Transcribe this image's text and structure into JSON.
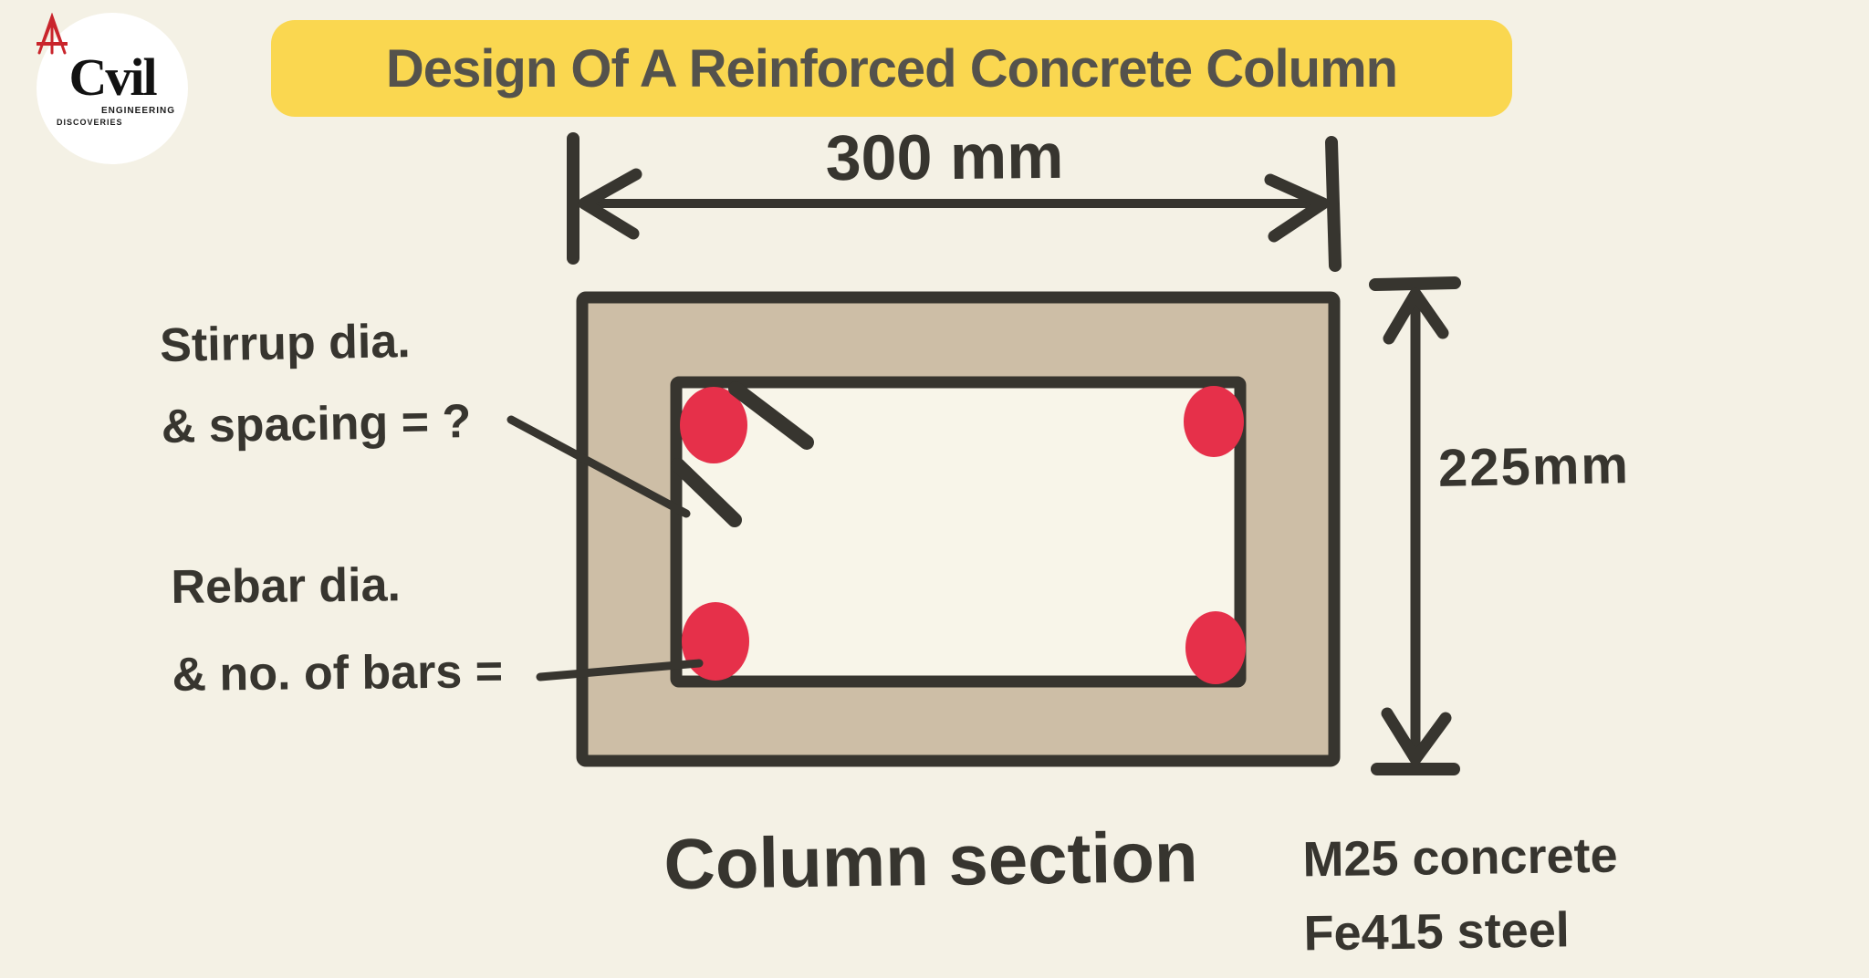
{
  "logo": {
    "text_c": "C",
    "text_vil": "vil",
    "engineering": "ENGINEERING",
    "discoveries": "DISCOVERIES"
  },
  "banner": {
    "title": "Design Of A Reinforced Concrete Column"
  },
  "dimensions": {
    "width_label": "300 mm",
    "height_label": "225mm"
  },
  "annotations": {
    "stirrup_line1": "Stirrup dia.",
    "stirrup_line2": "& spacing = ?",
    "rebar_line1": "Rebar dia.",
    "rebar_line2": "& no. of bars ="
  },
  "caption": {
    "text": "Column section"
  },
  "materials": {
    "concrete": "M25 concrete",
    "steel": "Fe415 steel"
  },
  "colors": {
    "background": "#F4F1E5",
    "banner_yellow": "#FAD750",
    "title_gray": "#54524C",
    "ink": "#37352F",
    "concrete_tan": "#CDBEA6",
    "core_cream": "#F8F5E9",
    "rebar_red": "#E6304A",
    "logo_red": "#C9252C"
  },
  "rebar_count": 4
}
